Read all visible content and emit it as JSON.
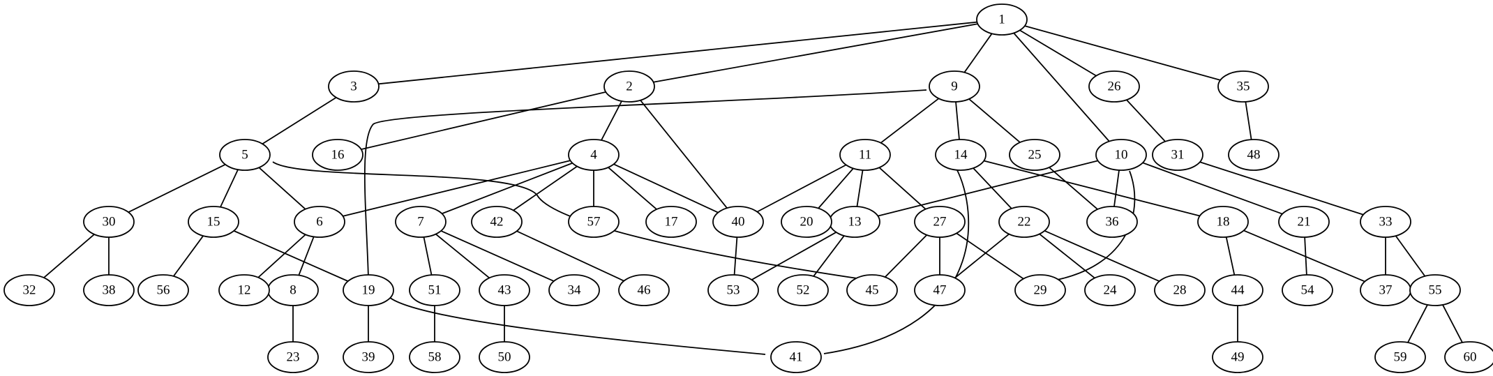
{
  "graph": {
    "nodes": [
      "1",
      "2",
      "3",
      "4",
      "5",
      "6",
      "7",
      "8",
      "9",
      "10",
      "11",
      "12",
      "13",
      "14",
      "15",
      "16",
      "17",
      "18",
      "19",
      "20",
      "21",
      "22",
      "23",
      "24",
      "25",
      "26",
      "27",
      "28",
      "29",
      "30",
      "31",
      "32",
      "33",
      "34",
      "35",
      "36",
      "37",
      "38",
      "39",
      "40",
      "41",
      "42",
      "43",
      "44",
      "45",
      "46",
      "47",
      "48",
      "49",
      "50",
      "51",
      "52",
      "53",
      "54",
      "55",
      "56",
      "57",
      "58",
      "59",
      "60"
    ],
    "edges": [
      [
        "1",
        "3"
      ],
      [
        "1",
        "2"
      ],
      [
        "1",
        "9"
      ],
      [
        "1",
        "10"
      ],
      [
        "1",
        "26"
      ],
      [
        "1",
        "35"
      ],
      [
        "3",
        "5"
      ],
      [
        "2",
        "16"
      ],
      [
        "2",
        "4"
      ],
      [
        "2",
        "40"
      ],
      [
        "9",
        "19"
      ],
      [
        "9",
        "11"
      ],
      [
        "9",
        "14"
      ],
      [
        "9",
        "25"
      ],
      [
        "26",
        "31"
      ],
      [
        "35",
        "48"
      ],
      [
        "5",
        "30"
      ],
      [
        "5",
        "15"
      ],
      [
        "5",
        "6"
      ],
      [
        "5",
        "45"
      ],
      [
        "4",
        "6"
      ],
      [
        "4",
        "7"
      ],
      [
        "4",
        "42"
      ],
      [
        "4",
        "57"
      ],
      [
        "4",
        "17"
      ],
      [
        "4",
        "40"
      ],
      [
        "11",
        "40"
      ],
      [
        "11",
        "20"
      ],
      [
        "11",
        "13"
      ],
      [
        "11",
        "27"
      ],
      [
        "14",
        "22"
      ],
      [
        "14",
        "18"
      ],
      [
        "14",
        "41"
      ],
      [
        "10",
        "13"
      ],
      [
        "10",
        "36"
      ],
      [
        "10",
        "29"
      ],
      [
        "10",
        "21"
      ],
      [
        "25",
        "36"
      ],
      [
        "31",
        "33"
      ],
      [
        "30",
        "32"
      ],
      [
        "30",
        "38"
      ],
      [
        "15",
        "56"
      ],
      [
        "15",
        "19"
      ],
      [
        "6",
        "12"
      ],
      [
        "6",
        "8"
      ],
      [
        "7",
        "51"
      ],
      [
        "7",
        "43"
      ],
      [
        "7",
        "34"
      ],
      [
        "42",
        "46"
      ],
      [
        "40",
        "53"
      ],
      [
        "13",
        "53"
      ],
      [
        "13",
        "52"
      ],
      [
        "27",
        "45"
      ],
      [
        "27",
        "47"
      ],
      [
        "27",
        "29"
      ],
      [
        "22",
        "47"
      ],
      [
        "22",
        "24"
      ],
      [
        "22",
        "28"
      ],
      [
        "18",
        "44"
      ],
      [
        "18",
        "37"
      ],
      [
        "21",
        "54"
      ],
      [
        "33",
        "37"
      ],
      [
        "33",
        "55"
      ],
      [
        "8",
        "23"
      ],
      [
        "19",
        "39"
      ],
      [
        "19",
        "41"
      ],
      [
        "51",
        "58"
      ],
      [
        "43",
        "50"
      ],
      [
        "44",
        "49"
      ],
      [
        "55",
        "59"
      ],
      [
        "55",
        "60"
      ]
    ]
  }
}
